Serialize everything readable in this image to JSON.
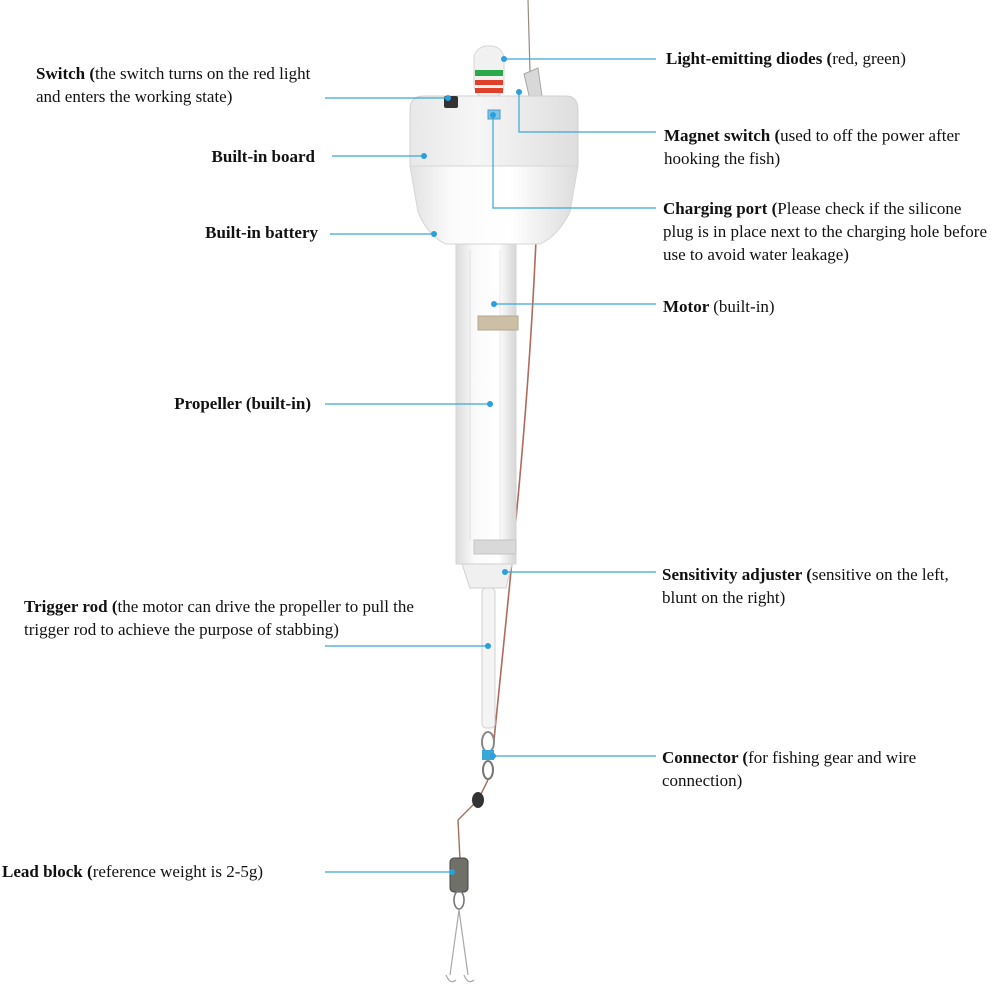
{
  "labels": {
    "switch": {
      "title": "Switch (",
      "desc": "the switch turns on the red light and enters the working state)"
    },
    "board": {
      "title": "Built-in board",
      "desc": ""
    },
    "battery": {
      "title": "Built-in battery",
      "desc": ""
    },
    "propeller": {
      "title": "Propeller (built-in)",
      "desc": ""
    },
    "trigger": {
      "title": "Trigger rod (",
      "desc": "the motor can drive the propeller to pull the trigger rod to achieve the purpose of stabbing)"
    },
    "lead": {
      "title": "Lead block (",
      "desc": "reference weight is 2-5g)"
    },
    "led": {
      "title": "Light-emitting diodes (",
      "desc": "red, green)"
    },
    "magnet": {
      "title": "Magnet switch (",
      "desc": "used to off the power after hooking the fish)"
    },
    "charging": {
      "title": "Charging port (",
      "desc": "Please check if the silicone plug is in place next to the charging hole before use to avoid water leakage)"
    },
    "motor": {
      "title": "Motor ",
      "desc": "(built-in)"
    },
    "sensitivity": {
      "title": "Sensitivity adjuster (",
      "desc": "sensitive on the left, blunt on the right)"
    },
    "connector": {
      "title": "Connector (",
      "desc": "for fishing gear and wire connection)"
    }
  },
  "colors": {
    "leader_line": "#3aa7d6",
    "dot": "#2aa0dc",
    "device_body": "#f6f6f6",
    "device_edge": "#d4d4d4",
    "led_red": "#e0402a",
    "led_green": "#2aa84a",
    "fishing_line": "#b06a5c"
  }
}
